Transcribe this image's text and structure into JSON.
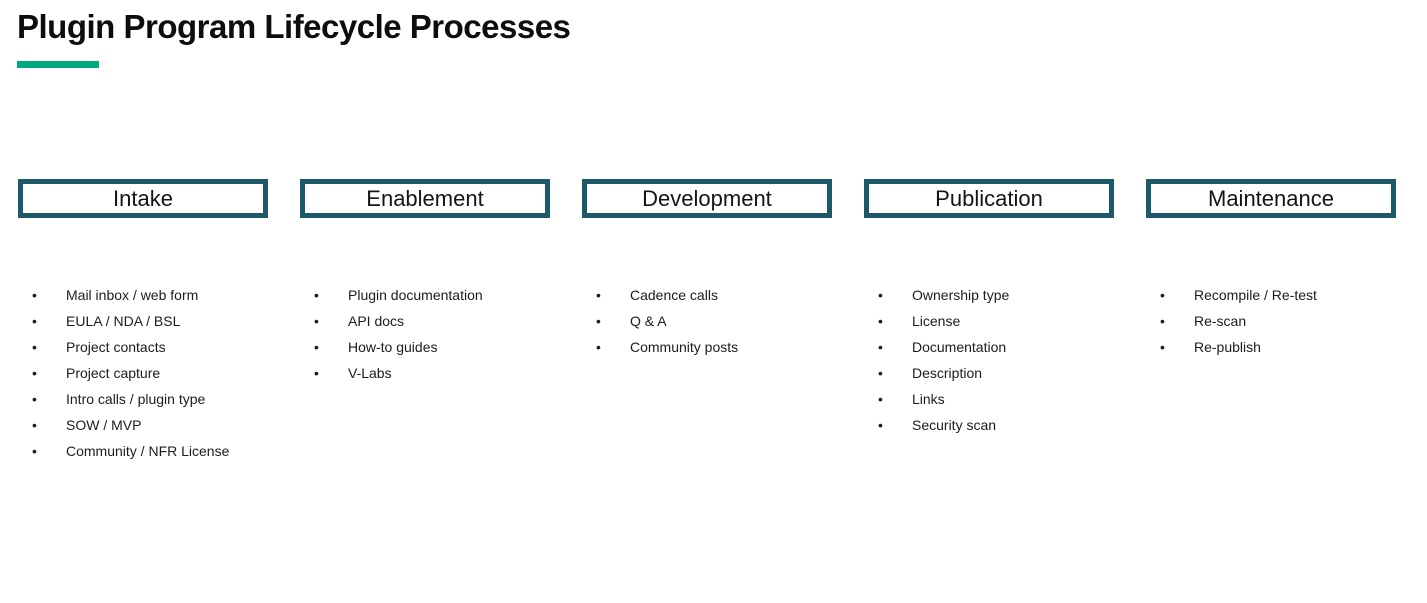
{
  "title": "Plugin Program Lifecycle Processes",
  "colors": {
    "accent": "#01a982",
    "box_border": "#1d5968"
  },
  "columns": [
    {
      "label": "Intake",
      "items": [
        "Mail inbox / web form",
        "EULA / NDA / BSL",
        "Project contacts",
        "Project capture",
        "Intro calls / plugin type",
        "SOW / MVP",
        "Community / NFR License"
      ]
    },
    {
      "label": "Enablement",
      "items": [
        "Plugin documentation",
        "API docs",
        "How-to guides",
        "V-Labs"
      ]
    },
    {
      "label": "Development",
      "items": [
        "Cadence calls",
        "Q & A",
        "Community posts"
      ]
    },
    {
      "label": "Publication",
      "items": [
        "Ownership type",
        "License",
        "Documentation",
        "Description",
        "Links",
        "Security scan"
      ]
    },
    {
      "label": "Maintenance",
      "items": [
        "Recompile / Re-test",
        "Re-scan",
        "Re-publish"
      ]
    }
  ]
}
